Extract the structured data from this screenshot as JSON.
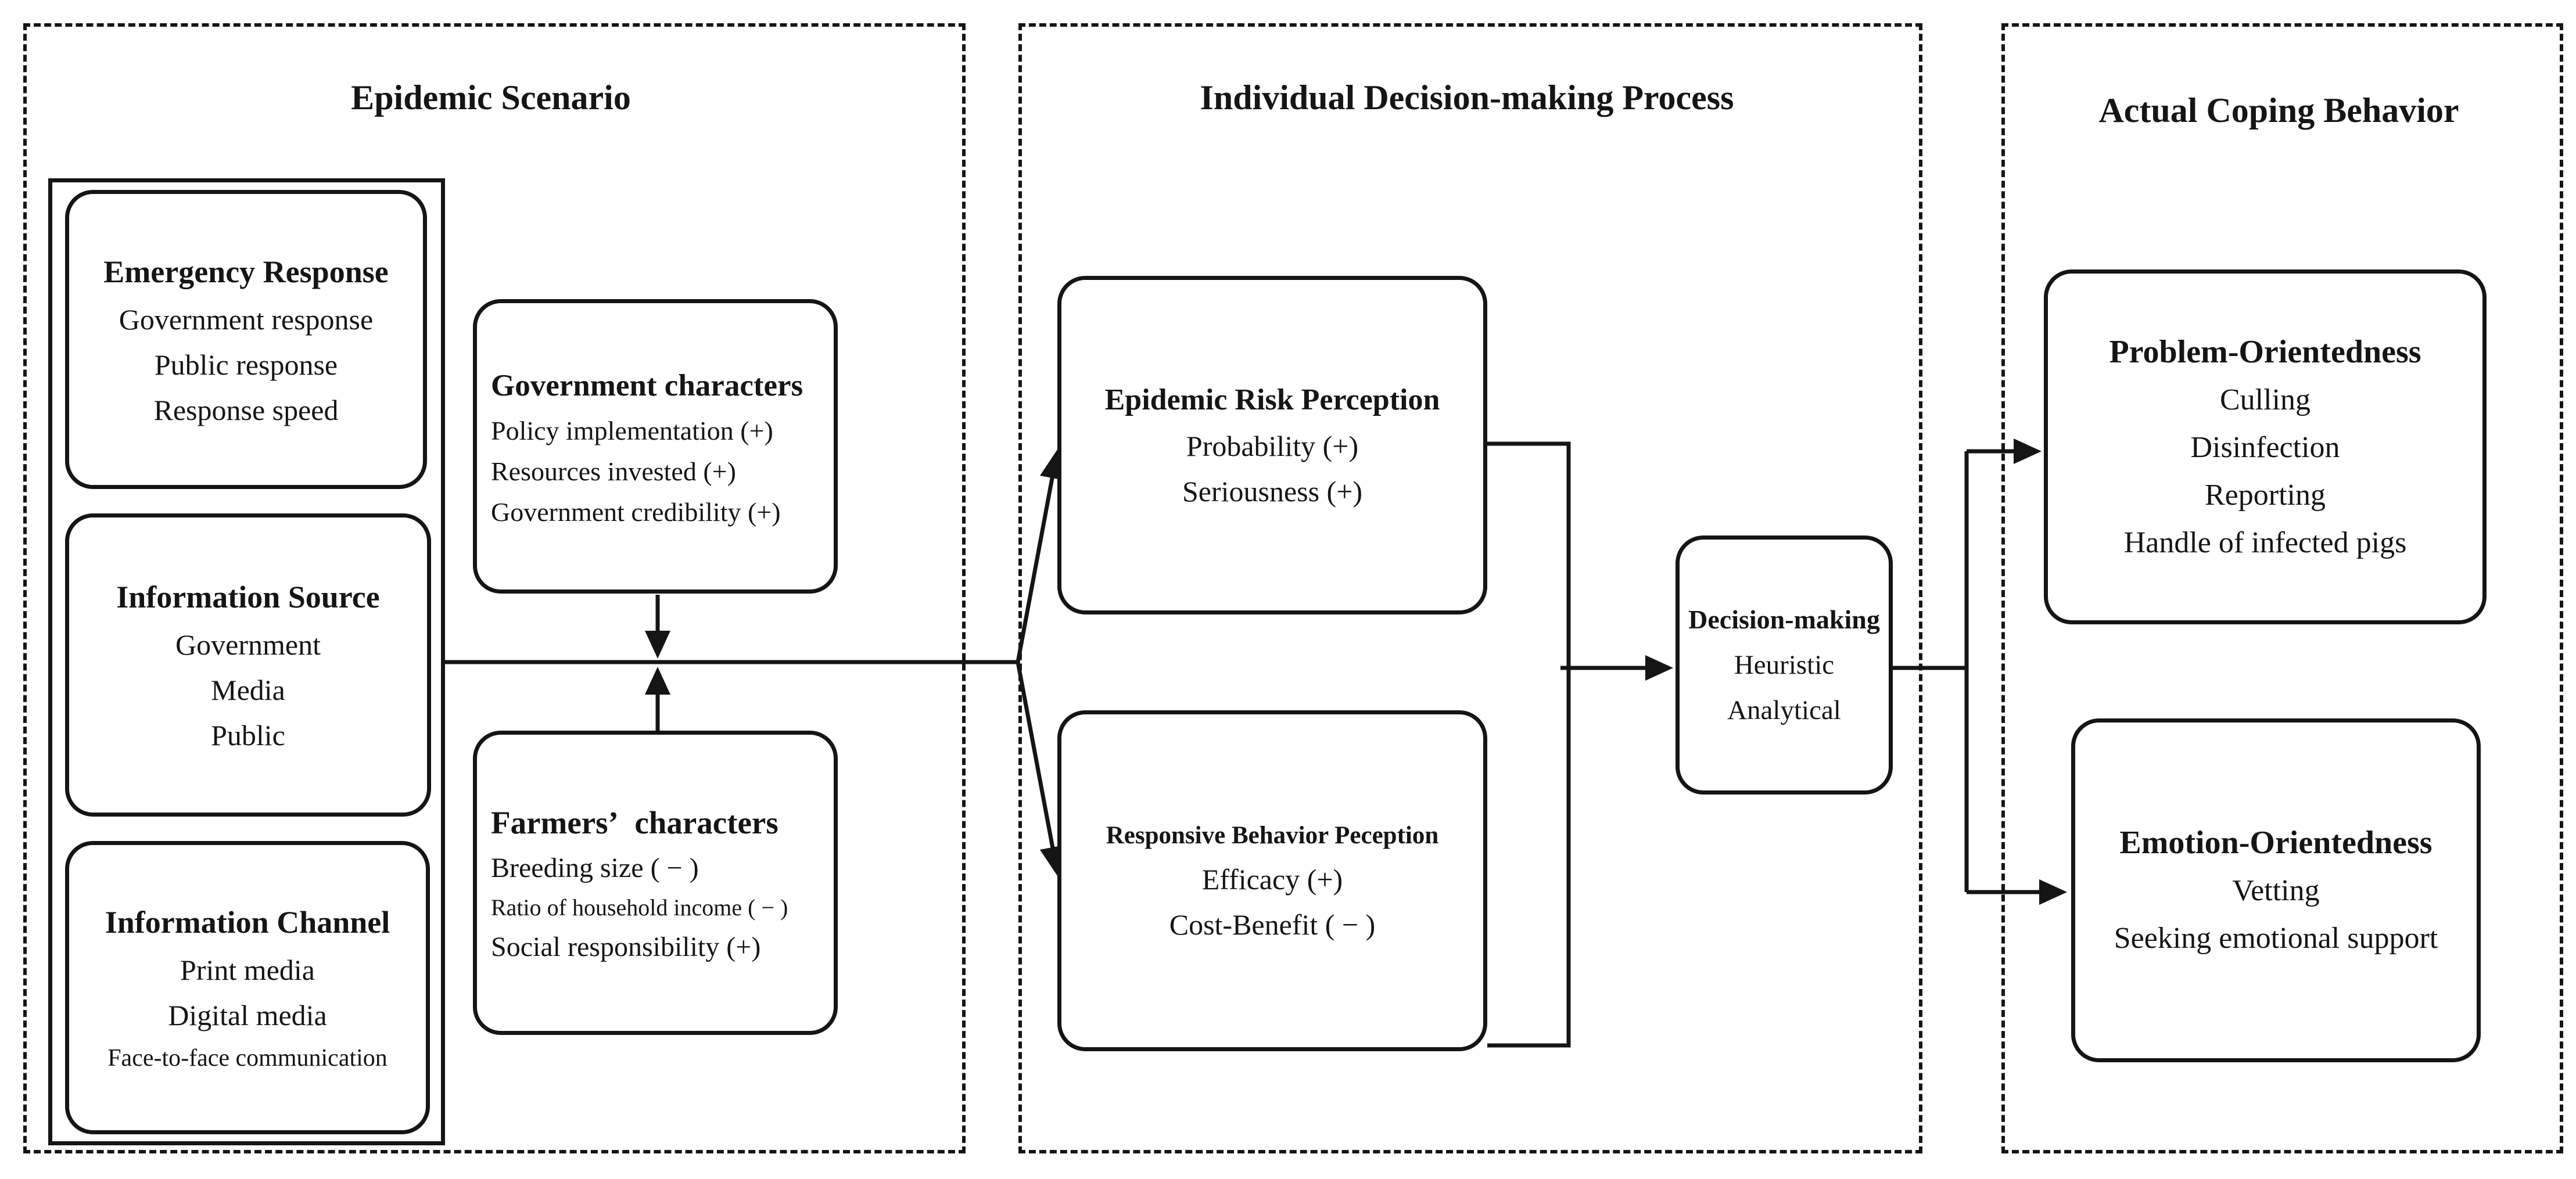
{
  "figure": {
    "type": "flow-diagram",
    "background": "#ffffff",
    "ink_color": "#151515"
  },
  "panels": {
    "left": {
      "title": "Epidemic Scenario"
    },
    "middle": {
      "title": "Individual Decision-making Process"
    },
    "right": {
      "title": "Actual Coping Behavior"
    }
  },
  "boxes": {
    "emergency": {
      "heading": "Emergency Response",
      "lines": [
        "Government response",
        "Public response",
        "Response speed"
      ]
    },
    "info_source": {
      "heading": "Information Source",
      "lines": [
        "Government",
        "Media",
        "Public"
      ]
    },
    "info_channel": {
      "heading": "Information Channel",
      "lines": [
        "Print media",
        "Digital media",
        "Face-to-face communication"
      ]
    },
    "government": {
      "heading": "Government characters",
      "lines": [
        "Policy implementation (+)",
        "Resources invested (+)",
        "Government credibility (+)"
      ]
    },
    "farmers": {
      "heading": "Farmers’ characters",
      "lines": [
        "Breeding size ( − )",
        "Ratio of household income ( − )",
        "Social responsibility (+)"
      ]
    },
    "epidemic_risk": {
      "heading": "Epidemic Risk Perception",
      "lines": [
        "Probability (+)",
        "Seriousness (+)"
      ]
    },
    "responsive": {
      "heading": "Responsive Behavior Peception",
      "lines": [
        "Efficacy (+)",
        "Cost-Benefit ( − )"
      ]
    },
    "decision": {
      "heading": "Decision-making",
      "lines": [
        "Heuristic",
        "Analytical"
      ]
    },
    "problem": {
      "heading": "Problem-Orientedness",
      "lines": [
        "Culling",
        "Disinfection",
        "Reporting",
        "Handle of infected pigs"
      ]
    },
    "emotion": {
      "heading": "Emotion-Orientedness",
      "lines": [
        "Vetting",
        "Seeking emotional support"
      ]
    }
  }
}
